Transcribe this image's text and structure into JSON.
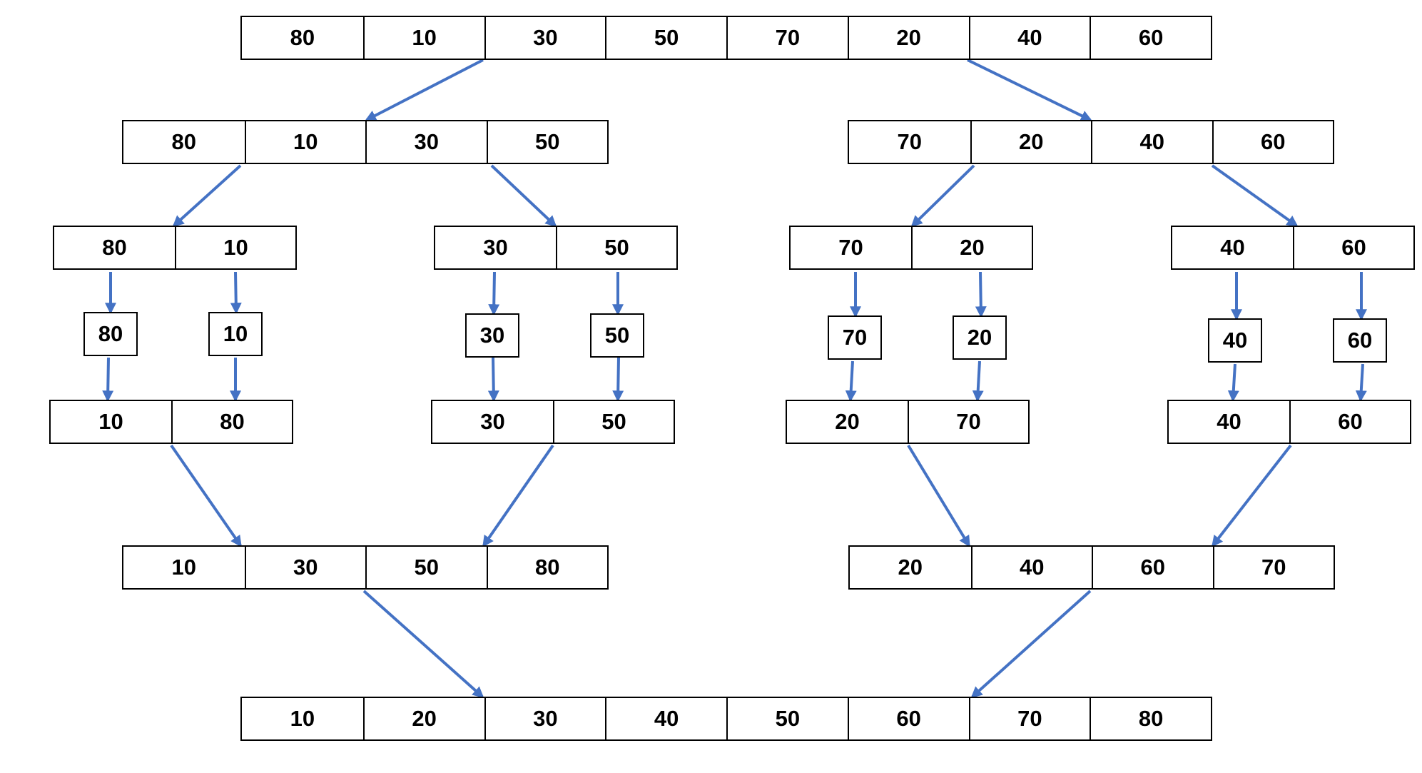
{
  "arrow_color": "#4472C4",
  "levels": {
    "level0": {
      "arrays": [
        [
          "80",
          "10",
          "30",
          "50",
          "70",
          "20",
          "40",
          "60"
        ]
      ]
    },
    "level1": {
      "arrays": [
        [
          "80",
          "10",
          "30",
          "50"
        ],
        [
          "70",
          "20",
          "40",
          "60"
        ]
      ]
    },
    "level2": {
      "arrays": [
        [
          "80",
          "10"
        ],
        [
          "30",
          "50"
        ],
        [
          "70",
          "20"
        ],
        [
          "40",
          "60"
        ]
      ]
    },
    "level3": {
      "singles": [
        "80",
        "10",
        "30",
        "50",
        "70",
        "20",
        "40",
        "60"
      ]
    },
    "level4": {
      "arrays": [
        [
          "10",
          "80"
        ],
        [
          "30",
          "50"
        ],
        [
          "20",
          "70"
        ],
        [
          "40",
          "60"
        ]
      ]
    },
    "level5": {
      "arrays": [
        [
          "10",
          "30",
          "50",
          "80"
        ],
        [
          "20",
          "40",
          "60",
          "70"
        ]
      ]
    },
    "level6": {
      "arrays": [
        [
          "10",
          "20",
          "30",
          "40",
          "50",
          "60",
          "70",
          "80"
        ]
      ]
    }
  }
}
